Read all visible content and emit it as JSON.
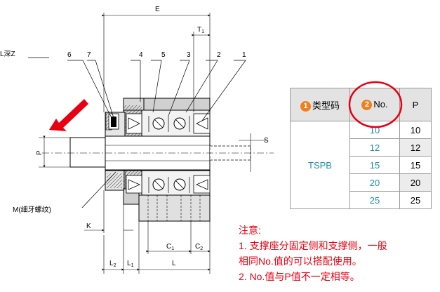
{
  "diagram": {
    "labels": {
      "E": "E",
      "T1": "T",
      "T1_sub": "1",
      "lz": "L深Z",
      "p1": "1",
      "p2": "2",
      "p3": "3",
      "p4": "4",
      "p5": "5",
      "p6": "6",
      "p7": "7",
      "S": "S",
      "P": "P",
      "M": "M(细牙螺纹)",
      "K": "K",
      "C1": "C",
      "C1_sub": "1",
      "C2": "C",
      "C2_sub": "2",
      "L2": "L",
      "L2_sub": "2",
      "L1": "L",
      "L1_sub": "1",
      "L": "L"
    }
  },
  "table": {
    "headers": {
      "type_num": "1",
      "type_label": "类型码",
      "no_num": "2",
      "no_label": "No.",
      "p_label": "P"
    },
    "type_value": "TSPB",
    "rows": [
      {
        "no": "10",
        "p": "10"
      },
      {
        "no": "12",
        "p": "12"
      },
      {
        "no": "15",
        "p": "15"
      },
      {
        "no": "20",
        "p": "20"
      },
      {
        "no": "25",
        "p": "25"
      }
    ]
  },
  "notes": {
    "title": "注意:",
    "line1": "1.  支撑座分固定侧和支撑侧，一般",
    "line2": "相同No.值的可以搭配使用。",
    "line3": "2.  No.值与P值不一定相等。"
  },
  "colors": {
    "accent_red": "#e60012",
    "badge_orange": "#f07f1d",
    "teal": "#1d8fa6",
    "header_gray": "#e3e3e3"
  }
}
